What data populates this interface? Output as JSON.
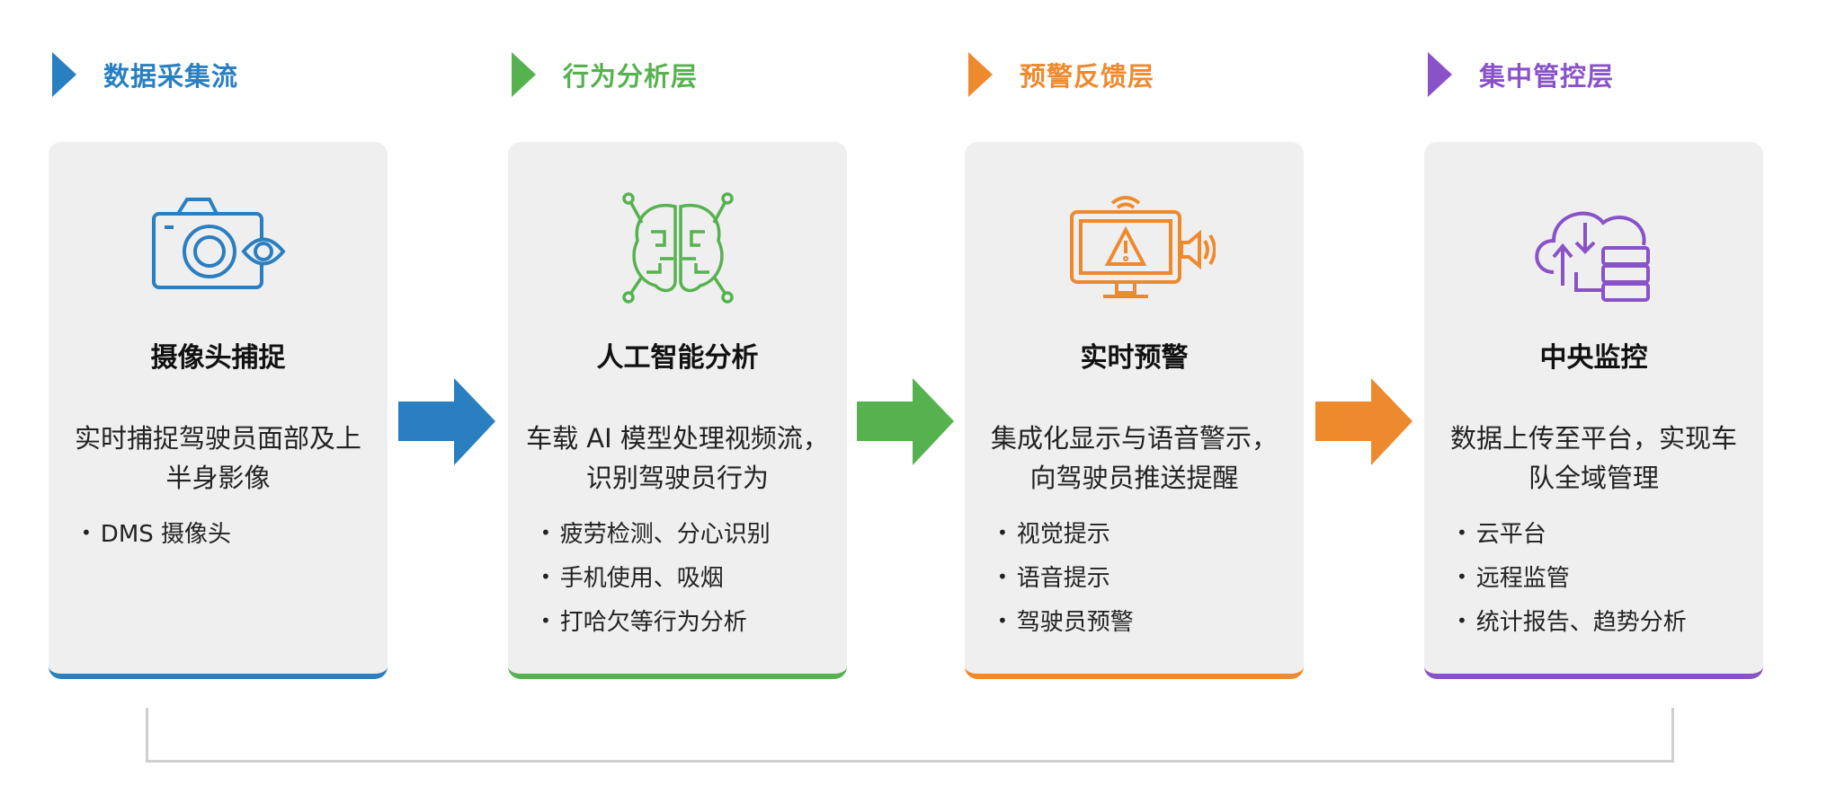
{
  "stages": [
    {
      "header": "数据采集流",
      "color": "#2a7fc0",
      "icon": "camera-eye-icon",
      "title": "摄像头捕捉",
      "desc": "实时捕捉驾驶员面部及上半身影像",
      "bullets": [
        "DMS 摄像头"
      ]
    },
    {
      "header": "行为分析层",
      "color": "#56b24f",
      "icon": "ai-brain-icon",
      "title": "人工智能分析",
      "desc": "车载 AI 模型处理视频流，识别驾驶员行为",
      "bullets": [
        "疲劳检测、分心识别",
        "手机使用、吸烟",
        "打哈欠等行为分析"
      ]
    },
    {
      "header": "预警反馈层",
      "color": "#ee8a2e",
      "icon": "monitor-warning-icon",
      "title": "实时预警",
      "desc": "集成化显示与语音警示，向驾驶员推送提醒",
      "bullets": [
        "视觉提示",
        "语音提示",
        "驾驶员预警"
      ]
    },
    {
      "header": "集中管控层",
      "color": "#8a52c8",
      "icon": "cloud-server-icon",
      "title": "中央监控",
      "desc": "数据上传至平台，实现车队全域管理",
      "bullets": [
        "云平台",
        "远程监管",
        "统计报告、趋势分析"
      ]
    }
  ],
  "arrow_colors": [
    "#2a7fc0",
    "#56b24f",
    "#ee8a2e"
  ]
}
